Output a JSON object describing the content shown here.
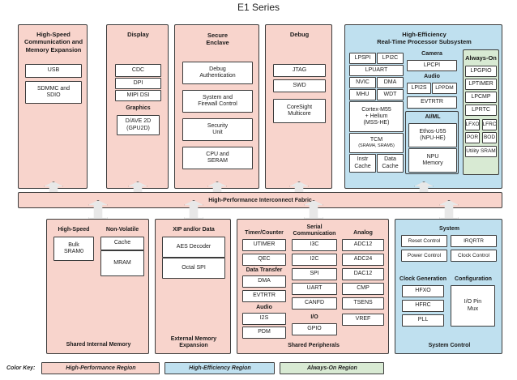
{
  "title": "E1 Series",
  "colors": {
    "high_performance": "#f8d4cc",
    "high_efficiency": "#bfe0ef",
    "always_on": "#d8ead3",
    "block_fill": "#ffffff",
    "stroke": "#3b3b3b"
  },
  "fabric": {
    "label": "High-Performance Interconnect Fabric"
  },
  "top_row": {
    "comm": {
      "header": "High-Speed\nCommunication and\nMemory Expansion",
      "header_lines": [
        "High-Speed",
        "Communication and",
        "Memory Expansion"
      ],
      "blocks": [
        "USB",
        "SDMMC and\nSDIO"
      ]
    },
    "display": {
      "header": "Display",
      "blocks": [
        "CDC",
        "DPI",
        "MIPI DSI"
      ],
      "graphics_title": "Graphics",
      "graphics_blocks": [
        "D/AVE 2D\n(GPU2D)"
      ]
    },
    "secure": {
      "header": "Secure\nEnclave",
      "header_lines": [
        "Secure",
        "Enclave"
      ],
      "blocks": [
        "Debug\nAuthentication",
        "System and\nFirewall Control",
        "Security\nUnit",
        "CPU and\nSERAM"
      ]
    },
    "debug": {
      "header": "Debug",
      "blocks": [
        "JTAG",
        "SWD",
        "CoreSight\nMulticore"
      ]
    },
    "he": {
      "header": "High-Efficiency\nReal-Time Processor Subsystem",
      "header_lines": [
        "High-Efficiency",
        "Real-Time Processor Subsystem"
      ],
      "core_column": {
        "row1": [
          "LPSPI",
          "LPI2C"
        ],
        "row2": [
          "LPUART"
        ],
        "row3": [
          "NVIC",
          "DMA"
        ],
        "row4": [
          "MHU",
          "WDT"
        ],
        "cpu": "Cortex-M55\n+ Helium\n(MSS-HE)",
        "cpu_lines": [
          "Cortex-M55",
          "+ Helium",
          "(MSS-HE)"
        ],
        "tcm_title": "TCM",
        "tcm_sub": "(SRAM4, SRAM5)",
        "caches": [
          "Instr\nCache",
          "Data\nCache"
        ]
      },
      "mid_column": {
        "camera_title": "Camera",
        "camera_blocks": [
          "LPCPI"
        ],
        "audio_title": "Audio",
        "audio_blocks": [
          "LPI2S",
          "LPPDM"
        ],
        "evt_block": "EVTRTR",
        "aiml_title": "AI/ML",
        "aiml_blocks": [
          "Ethos-U55\n(NPU-HE)",
          "NPU\nMemory"
        ]
      },
      "always_on": {
        "title": "Always-On",
        "blocks_full": [
          "LPGPIO",
          "LPTIMER",
          "LPCMP",
          "LPRTC"
        ],
        "blocks_pairs": [
          [
            "LFXO",
            "LFRC"
          ],
          [
            "POR",
            "BOD"
          ]
        ],
        "blocks_tail": [
          "Utility SRAM"
        ]
      }
    }
  },
  "bottom_row": {
    "shared_memory": {
      "footer": "Shared Internal Memory",
      "groups": [
        {
          "title": "High-Speed",
          "blocks": [
            "Bulk\nSRAM0"
          ]
        },
        {
          "title": "Non-Volatile",
          "blocks": [
            "Cache",
            "MRAM"
          ]
        }
      ]
    },
    "external_memory": {
      "footer": "External Memory\nExpansion",
      "footer_lines": [
        "External Memory",
        "Expansion"
      ],
      "title": "XIP and/or Data",
      "blocks": [
        "AES Decoder",
        "Octal SPI"
      ]
    },
    "peripherals": {
      "footer": "Shared Peripherals",
      "col1": {
        "title": "Timer/Counter",
        "blocks": [
          "UTIMER",
          "QEC"
        ],
        "title2": "Data Transfer",
        "blocks2": [
          "DMA",
          "EVTRTR"
        ],
        "title3": "Audio",
        "blocks3": [
          "I2S",
          "PDM"
        ]
      },
      "col2": {
        "title": "Serial\nCommunication",
        "title_lines": [
          "Serial",
          "Communication"
        ],
        "blocks": [
          "I3C",
          "I2C",
          "SPI",
          "UART",
          "CANFD"
        ],
        "title2": "I/O",
        "blocks2": [
          "GPIO"
        ]
      },
      "col3": {
        "title": "Analog",
        "blocks": [
          "ADC12",
          "ADC24",
          "DAC12",
          "CMP",
          "TSENS",
          "VREF"
        ]
      }
    },
    "system_control": {
      "footer": "System Control",
      "title": "System",
      "blocks_pairs": [
        [
          "Reset Control",
          "IRQRTR"
        ],
        [
          "Power Control",
          "Clock Control"
        ]
      ],
      "clockgen_title": "Clock Generation",
      "clockgen_blocks": [
        "HFXO",
        "HFRC",
        "PLL"
      ],
      "config_title": "Configuration",
      "config_blocks": [
        "I/O Pin\nMux"
      ]
    }
  },
  "color_key": {
    "label": "Color Key:",
    "items": [
      "High-Performance Region",
      "High-Efficiency Region",
      "Always-On Region"
    ]
  }
}
